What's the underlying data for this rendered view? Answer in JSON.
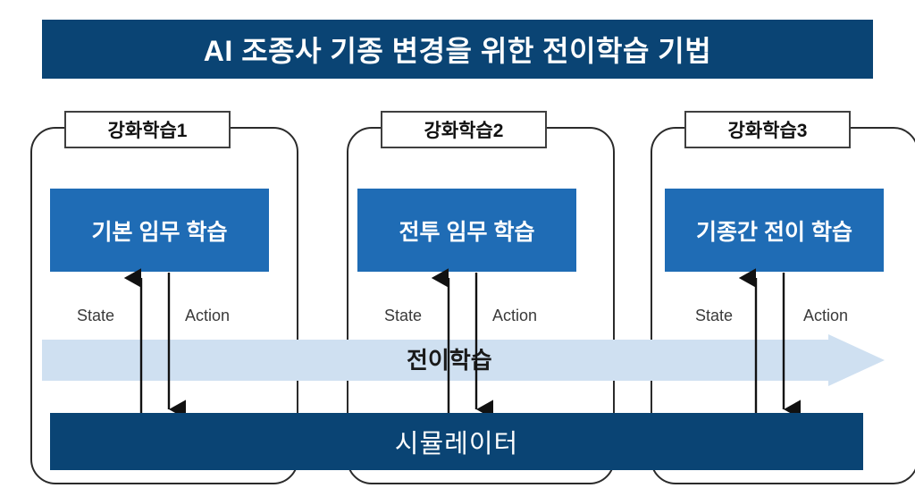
{
  "title": {
    "text": "AI 조종사 기종 변경을 위한 전이학습 기법",
    "bg_color": "#0A4474",
    "text_color": "#FFFFFF"
  },
  "colors": {
    "navy": "#0A4474",
    "stage_blue": "#1F6CB5",
    "band_blue": "#CFE0F1",
    "outline": "#2B2B2B",
    "text_dark": "#3A3A3A"
  },
  "groups": [
    {
      "label": "강화학습1",
      "stage": "기본 임무 학습",
      "state_label": "State",
      "action_label": "Action"
    },
    {
      "label": "강화학습2",
      "stage": "전투 임무 학습",
      "state_label": "State",
      "action_label": "Action"
    },
    {
      "label": "강화학습3",
      "stage": "기종간 전이 학습",
      "state_label": "State",
      "action_label": "Action"
    }
  ],
  "transfer": {
    "label": "전이학습",
    "direction": "right",
    "color": "#CFE0F1"
  },
  "simulator": {
    "label": "시뮬레이터",
    "bg_color": "#0A4474",
    "text_color": "#FFFFFF"
  }
}
